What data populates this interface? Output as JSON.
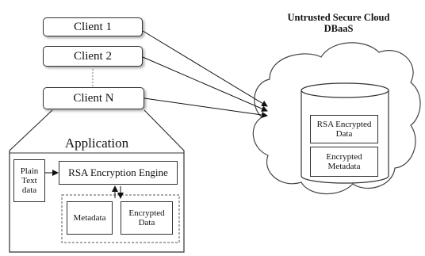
{
  "clients": [
    "Client 1",
    "Client 2",
    "Client N"
  ],
  "application": {
    "title": "Application",
    "plain_text": "Plain Text data",
    "engine": "RSA Encryption Engine",
    "metadata": "Metadata",
    "encrypted_data": "Encrypted Data"
  },
  "cloud": {
    "title": "Untrusted Secure Cloud DBaaS",
    "rsa_encrypted": "RSA Encrypted Data",
    "encrypted_metadata": "Encrypted Metadata"
  }
}
